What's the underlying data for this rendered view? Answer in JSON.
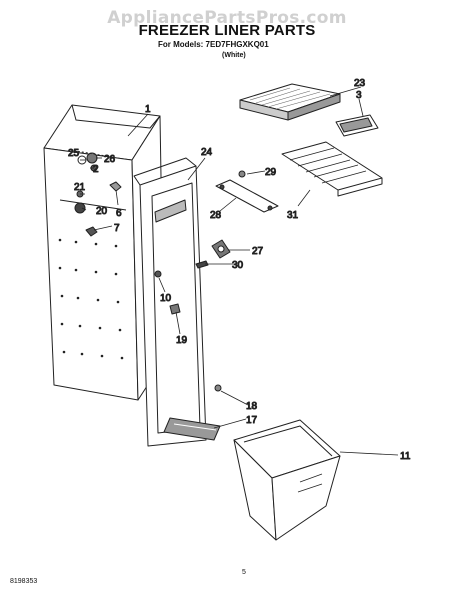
{
  "watermark": "AppliancePartsPros.com",
  "title": "FREEZER LINER PARTS",
  "subtitle": "For Models: 7ED7FHGXKQ01",
  "variant": "(White)",
  "doc_number": "8198353",
  "page_number": "5",
  "callouts": [
    "1",
    "2",
    "3",
    "6",
    "7",
    "10",
    "11",
    "17",
    "18",
    "19",
    "20",
    "21",
    "23",
    "24",
    "25",
    "26",
    "27",
    "28",
    "29",
    "30",
    "31"
  ]
}
